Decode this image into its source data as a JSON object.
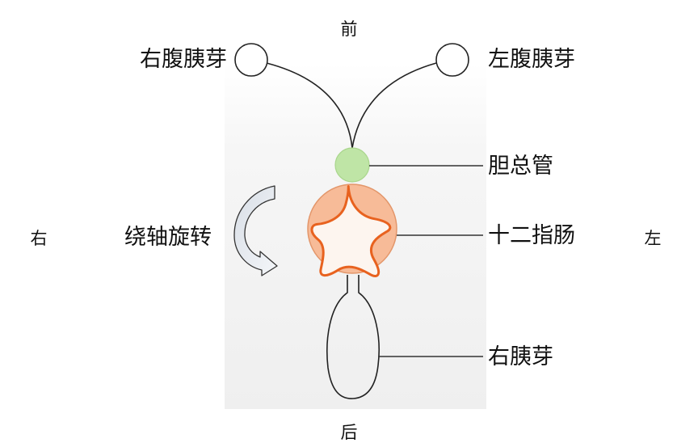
{
  "orientation": {
    "front": "前",
    "back": "后",
    "right": "右",
    "left": "左"
  },
  "labels": {
    "right_ventral_bud": "右腹胰芽",
    "left_ventral_bud": "左腹胰芽",
    "common_bile_duct": "胆总管",
    "duodenum": "十二指肠",
    "right_pancreatic_bud": "右胰芽",
    "rotation": "绕轴旋转"
  },
  "colors": {
    "bile_duct_fill": "#bfe5a6",
    "duodenum_fill": "#f7bb98",
    "duodenum_lumen": "#e8621f",
    "arrow_fill": "#e8edf3",
    "panel_background": "#f3f4f4"
  }
}
